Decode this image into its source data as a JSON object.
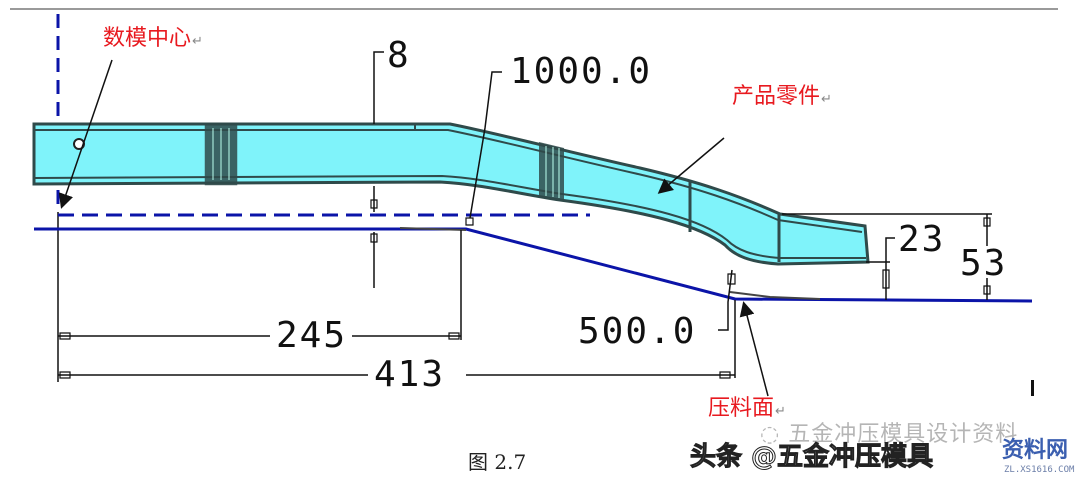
{
  "figure": {
    "caption": "图 2.7",
    "colors": {
      "part_fill": "#7ff3fa",
      "part_outline": "#2f4a4a",
      "reference_line": "#0b14a8",
      "dimension_line": "#111111",
      "label_red": "#e8191f",
      "top_rule": "#9a9a9a"
    }
  },
  "labels": {
    "die_center": "数模中心",
    "product_part": "产品零件",
    "pressure_surface": "压料面",
    "return_mark": "↵"
  },
  "dimensions": {
    "thickness_offset": "8",
    "radius_upper": "1000.0",
    "radius_lower": "500.0",
    "horizontal_short": "245",
    "horizontal_long": "413",
    "height_small": "23",
    "height_large": "53"
  },
  "watermark": {
    "line1": "五金冲压模具设计资料",
    "line2": "头条 @五金冲压模具",
    "logo_text": "资料网",
    "logo_url": "ZL.XS1616.COM"
  },
  "cursor_mark": "I↵"
}
